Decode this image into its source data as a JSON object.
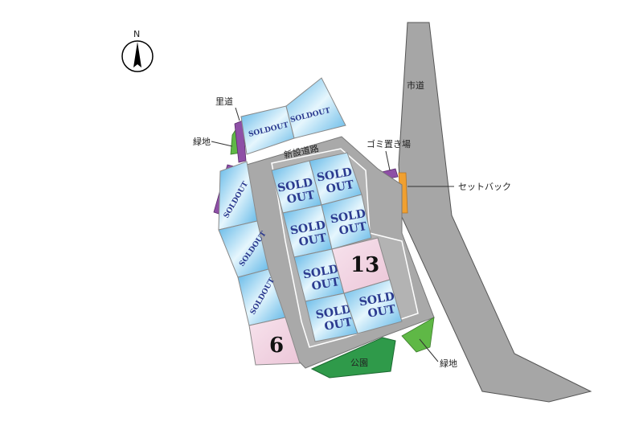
{
  "compass": {
    "label": "N"
  },
  "labels": {
    "city_road": "市道",
    "setback": "セットバック",
    "garbage": "ゴミ置き場",
    "new_road": "新設道路",
    "satomichi": "里道",
    "green_left": "緑地",
    "green_right": "緑地",
    "park": "公園"
  },
  "sold": {
    "compact": "SOLDOUT",
    "line1": "SOLD",
    "line2": "OUT"
  },
  "lots": {
    "lot6": "6",
    "lot13": "13"
  },
  "colors": {
    "road_gray": "#a9a9a9",
    "green": "#5fb846",
    "park_green": "#2f9a4a",
    "purple": "#8e4fa6",
    "orange": "#f0a030",
    "available_pink": "#f5dce8"
  }
}
